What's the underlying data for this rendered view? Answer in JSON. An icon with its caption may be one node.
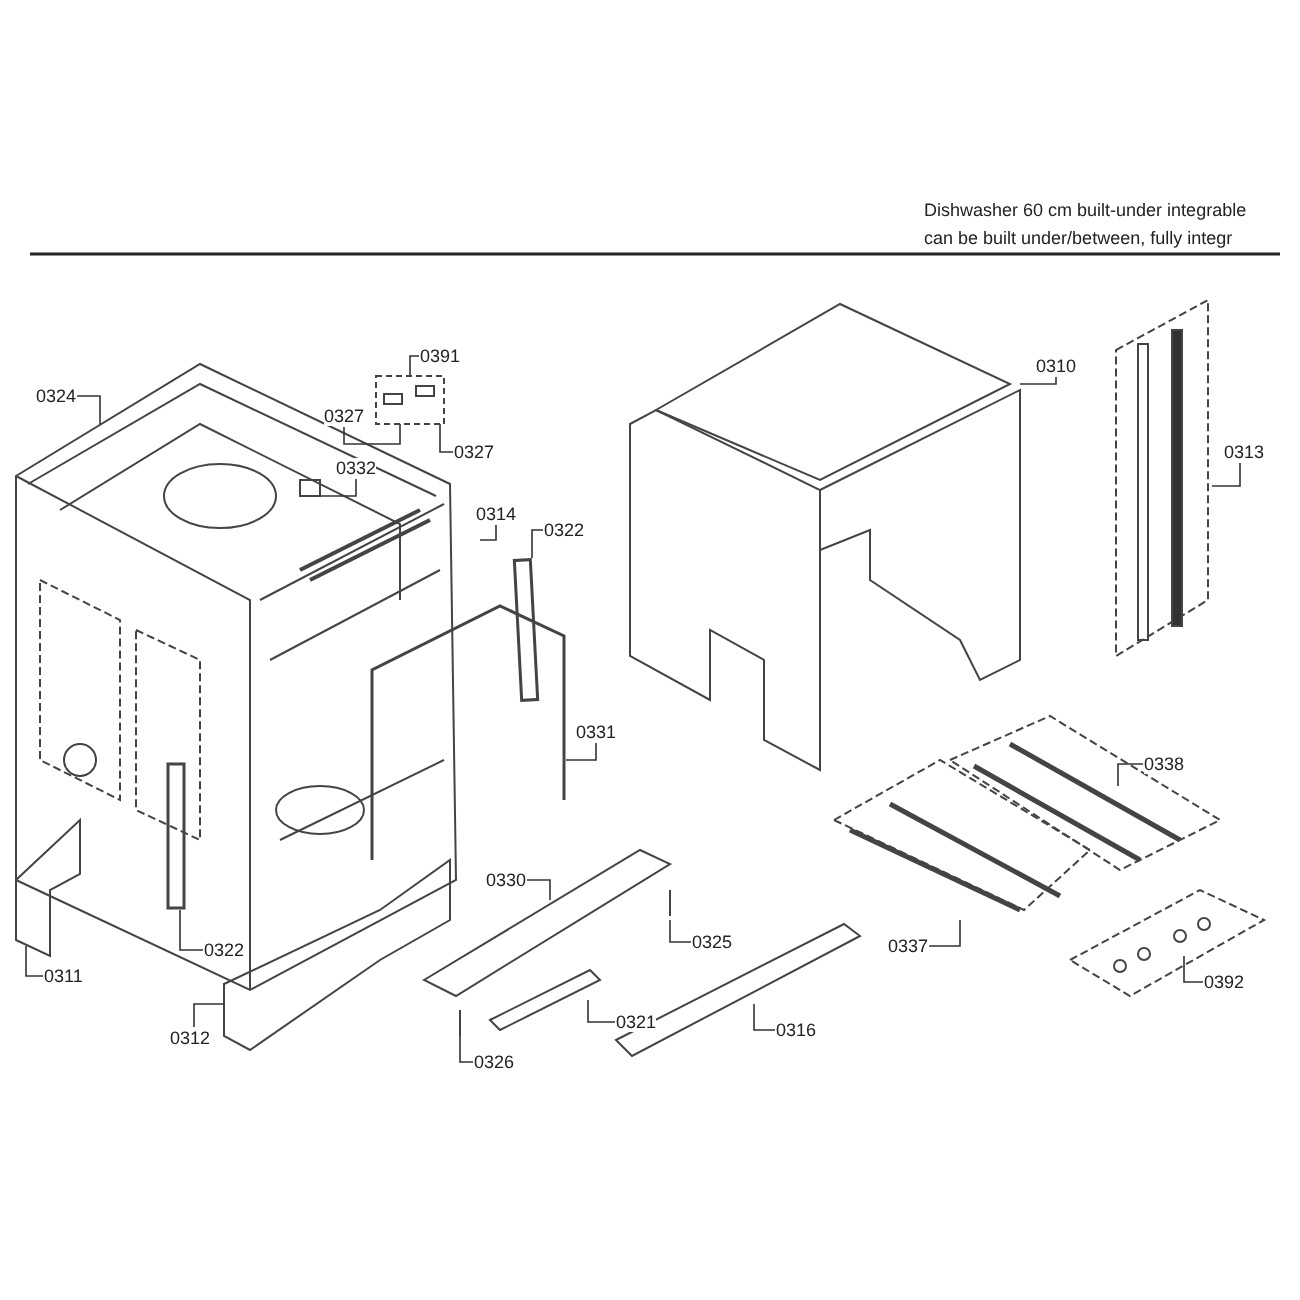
{
  "diagram": {
    "title": "Dishwasher 60 cm built-under integrable can be built under/between, fully integr",
    "nodes": [
      {
        "text": [
          "0324"
        ]
      },
      {
        "text": [
          "0391"
        ]
      },
      {
        "text": [
          "0327"
        ]
      },
      {
        "text": [
          "0327"
        ]
      },
      {
        "text": [
          "0332"
        ]
      },
      {
        "text": [
          "0310"
        ]
      },
      {
        "text": [
          "0314"
        ]
      },
      {
        "text": [
          "0322"
        ]
      },
      {
        "text": [
          "0313"
        ]
      },
      {
        "text": [
          "0331"
        ]
      },
      {
        "text": [
          "0338"
        ]
      },
      {
        "text": [
          "0330"
        ]
      },
      {
        "text": [
          "0322"
        ]
      },
      {
        "text": [
          "0311"
        ]
      },
      {
        "text": [
          "0325"
        ]
      },
      {
        "text": [
          "0337"
        ]
      },
      {
        "text": [
          "0392"
        ]
      },
      {
        "text": [
          "0312"
        ]
      },
      {
        "text": [
          "0321"
        ]
      },
      {
        "text": [
          "0316"
        ]
      },
      {
        "text": [
          "0326"
        ]
      },
      {
        "text": [],
        "shape": "picture"
      },
      {
        "text": [],
        "shape": "picture"
      },
      {
        "text": [],
        "shape": "bar"
      },
      {
        "text": [],
        "shape": "picture"
      }
    ],
    "edges": [
      {
        "from": 0,
        "to": null,
        "arrow": "none"
      },
      {
        "from": 1,
        "to": 21,
        "arrow": "none"
      },
      {
        "from": 2,
        "to": 21,
        "arrow": "none"
      },
      {
        "from": 3,
        "to": 21,
        "arrow": "none"
      },
      {
        "from": 4,
        "to": null,
        "arrow": "none"
      },
      {
        "from": 5,
        "to": 22,
        "arrow": "none"
      },
      {
        "from": 6,
        "to": null,
        "arrow": "none"
      },
      {
        "from": 7,
        "to": 23,
        "arrow": "none"
      },
      {
        "from": 8,
        "to": null,
        "arrow": "none"
      },
      {
        "from": 9,
        "to": 24,
        "arrow": "none"
      },
      {
        "from": 10,
        "to": null,
        "arrow": "none"
      },
      {
        "from": 11,
        "to": null,
        "arrow": "none"
      },
      {
        "from": 12,
        "to": null,
        "arrow": "none"
      },
      {
        "from": 13,
        "to": null,
        "arrow": "none"
      },
      {
        "from": 14,
        "to": null,
        "arrow": "none"
      },
      {
        "from": 15,
        "to": null,
        "arrow": "none"
      },
      {
        "from": 16,
        "to": null,
        "arrow": "none"
      },
      {
        "from": 17,
        "to": null,
        "arrow": "none"
      },
      {
        "from": 18,
        "to": null,
        "arrow": "none"
      },
      {
        "from": 19,
        "to": null,
        "arrow": "none"
      },
      {
        "from": 20,
        "to": null,
        "arrow": "none"
      }
    ]
  }
}
